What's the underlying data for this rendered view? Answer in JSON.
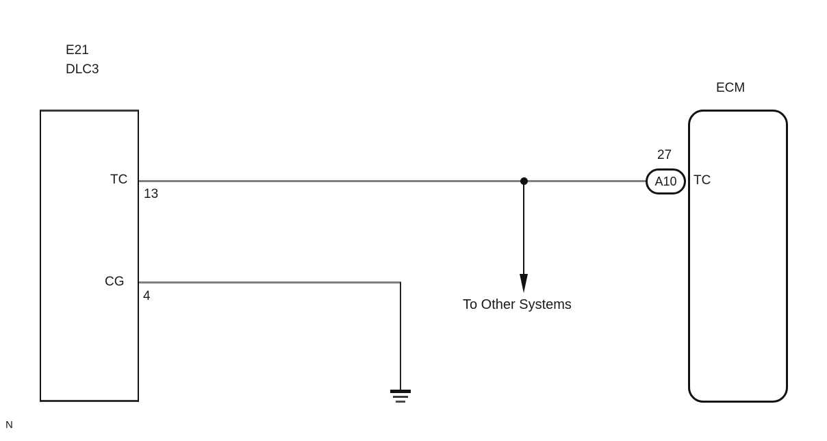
{
  "diagram": {
    "title_hint": "TC and CG circuit wiring diagram",
    "colors": {
      "background": "#ffffff",
      "wire": "#7f7f7f",
      "line": "#111111",
      "text": "#1a1a1a"
    },
    "connector_left": {
      "code": "E21",
      "name": "DLC3",
      "pins": [
        {
          "signal": "TC",
          "number": "13"
        },
        {
          "signal": "CG",
          "number": "4"
        }
      ]
    },
    "connector_right": {
      "name": "ECM",
      "pins": [
        {
          "terminal": "A10",
          "number": "27",
          "signal": "TC"
        }
      ]
    },
    "branch": {
      "label": "To Other Systems"
    },
    "ground": {
      "icon": "earth-ground-icon"
    },
    "footnote": "N"
  }
}
